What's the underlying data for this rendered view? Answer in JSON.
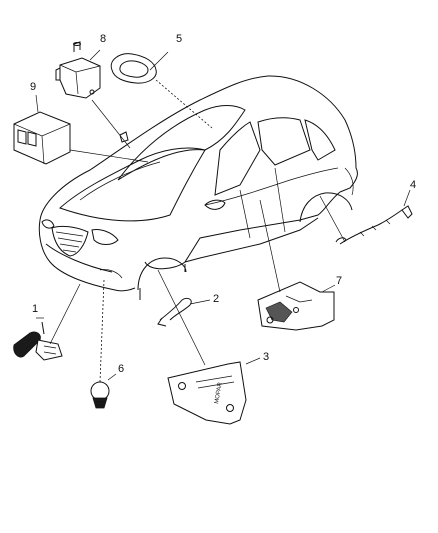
{
  "callouts": [
    {
      "id": "1",
      "label": "1"
    },
    {
      "id": "2",
      "label": "2"
    },
    {
      "id": "3",
      "label": "3"
    },
    {
      "id": "4",
      "label": "4"
    },
    {
      "id": "5",
      "label": "5"
    },
    {
      "id": "6",
      "label": "6"
    },
    {
      "id": "7",
      "label": "7"
    },
    {
      "id": "8",
      "label": "8"
    },
    {
      "id": "9",
      "label": "9"
    }
  ],
  "part_label_text": "MOPAR"
}
